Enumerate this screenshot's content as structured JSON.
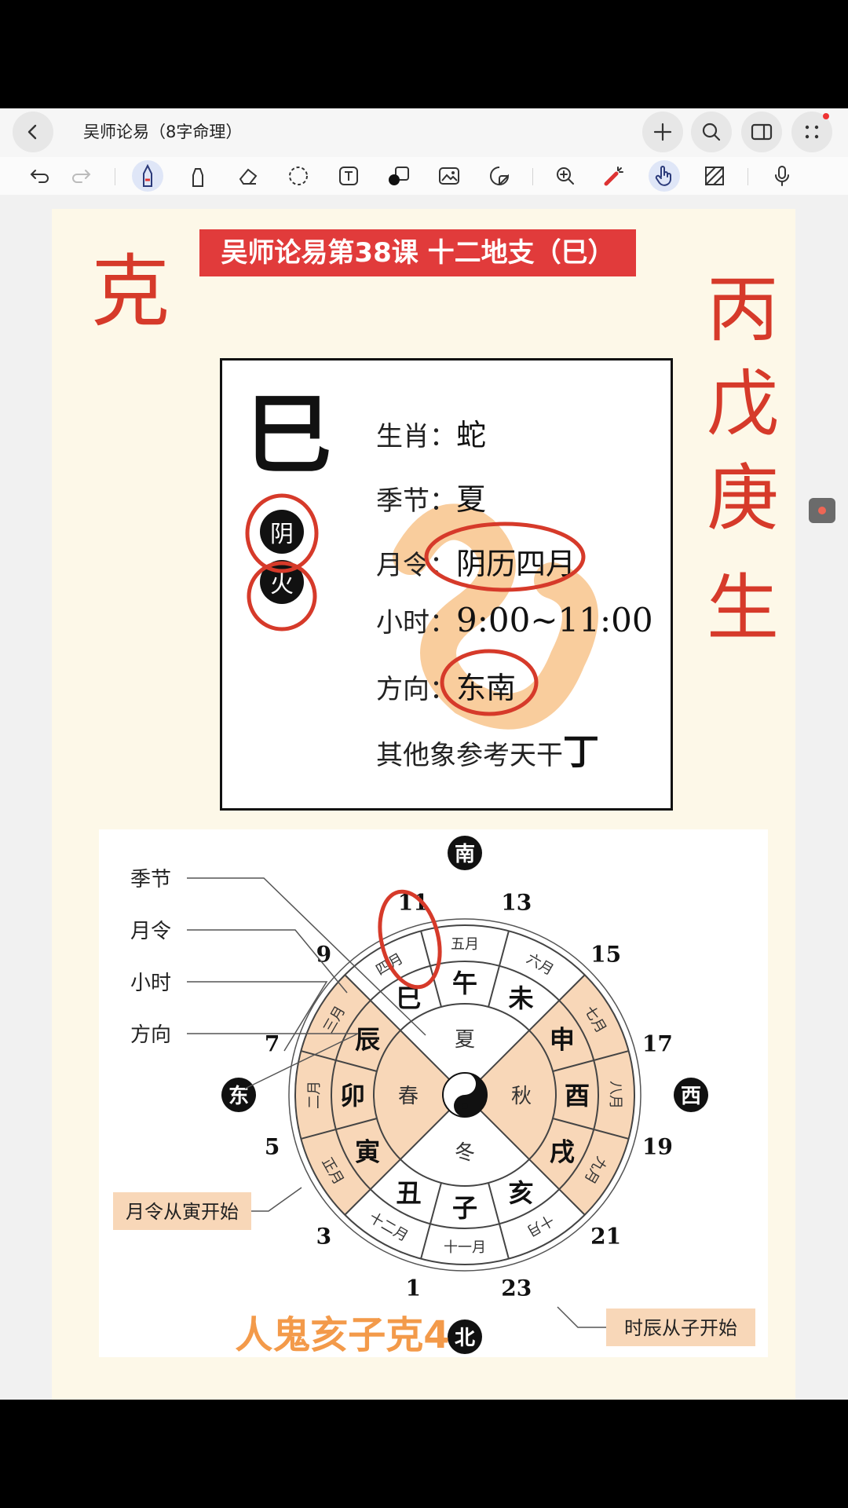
{
  "header": {
    "doc_title": "吴师论易（8字命理）"
  },
  "icons": {
    "back": "chevron-left-icon",
    "add": "plus-icon",
    "search": "search-icon",
    "layout": "split-view-icon",
    "more": "grid-dots-icon"
  },
  "toolbar": {
    "tools": [
      "undo",
      "redo",
      "pen",
      "marker",
      "eraser",
      "lasso",
      "text",
      "shapes",
      "image",
      "sticker",
      "zoom",
      "laser",
      "hand",
      "pattern",
      "microphone"
    ],
    "active": [
      "pen",
      "hand"
    ]
  },
  "slide": {
    "banner": "吴师论易第38课 十二地支（巳）",
    "main_char": "巳",
    "badge_yin": "阴",
    "badge_fire": "火",
    "rows": [
      {
        "label": "生肖：",
        "value": "蛇"
      },
      {
        "label": "季节：",
        "value": "夏"
      },
      {
        "label": "月令：",
        "value": "阴历四月"
      },
      {
        "label": "小时：",
        "value": "9:00~11:00"
      },
      {
        "label": "方向：",
        "value": "东南"
      },
      {
        "label": "其他象参考天干",
        "value": "丁"
      }
    ]
  },
  "handwriting": {
    "left": "克",
    "right": [
      "丙",
      "戊",
      "庚",
      "生"
    ]
  },
  "wheel": {
    "legend": [
      "季节",
      "月令",
      "小时",
      "方向"
    ],
    "directions": {
      "south": "南",
      "north": "北",
      "east": "东",
      "west": "西"
    },
    "branches": [
      "子",
      "丑",
      "寅",
      "卯",
      "辰",
      "巳",
      "午",
      "未",
      "申",
      "酉",
      "戌",
      "亥"
    ],
    "months": [
      "十一月",
      "十二月",
      "正月",
      "二月",
      "三月",
      "四月",
      "五月",
      "六月",
      "七月",
      "八月",
      "九月",
      "十月"
    ],
    "seasons": {
      "summer": "夏",
      "spring": "春",
      "autumn": "秋",
      "winter": "冬"
    },
    "hours": [
      "23",
      "1",
      "3",
      "5",
      "7",
      "9",
      "11",
      "13",
      "15",
      "17",
      "19",
      "21"
    ],
    "note_month": "月令从寅开始",
    "note_hour": "时辰从子开始",
    "caption": "人鬼亥子克4"
  },
  "colors": {
    "banner": "#e13b3b",
    "ink": "#d63a2a",
    "wheel_fill": "#f8d7b8",
    "caption": "#f39a4a",
    "page": "#fdf8e8"
  }
}
